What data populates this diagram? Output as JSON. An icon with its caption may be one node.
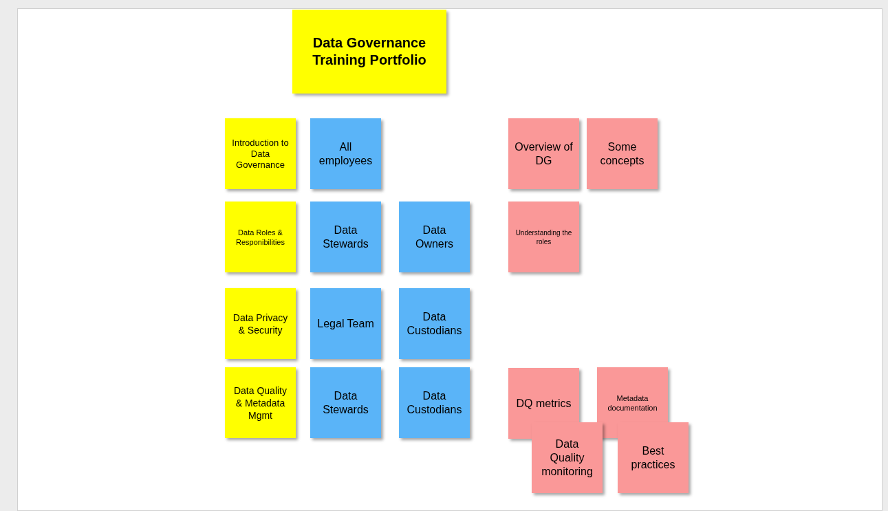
{
  "diagram": {
    "nodes": [
      {
        "text": [
          "Data Governance Training Portfolio"
        ]
      },
      {
        "text": [
          "Introduction to Data Governance"
        ]
      },
      {
        "text": [
          "All employees"
        ]
      },
      {
        "text": [
          "Overview of DG"
        ]
      },
      {
        "text": [
          "Some concepts"
        ]
      },
      {
        "text": [
          "Data Roles & Responibilities"
        ]
      },
      {
        "text": [
          "Data Stewards"
        ]
      },
      {
        "text": [
          "Data Owners"
        ]
      },
      {
        "text": [
          "Understanding the roles"
        ]
      },
      {
        "text": [
          "Data Privacy & Security"
        ]
      },
      {
        "text": [
          "Legal Team"
        ]
      },
      {
        "text": [
          "Data Custodians"
        ]
      },
      {
        "text": [
          "Data Quality & Metadata Mgmt"
        ]
      },
      {
        "text": [
          "Data Stewards"
        ]
      },
      {
        "text": [
          "Data Custodians"
        ]
      },
      {
        "text": [
          "DQ metrics"
        ]
      },
      {
        "text": [
          "Metadata documentation"
        ]
      },
      {
        "text": [
          "Data Quality monitoring"
        ]
      },
      {
        "text": [
          "Best practices"
        ]
      }
    ]
  }
}
